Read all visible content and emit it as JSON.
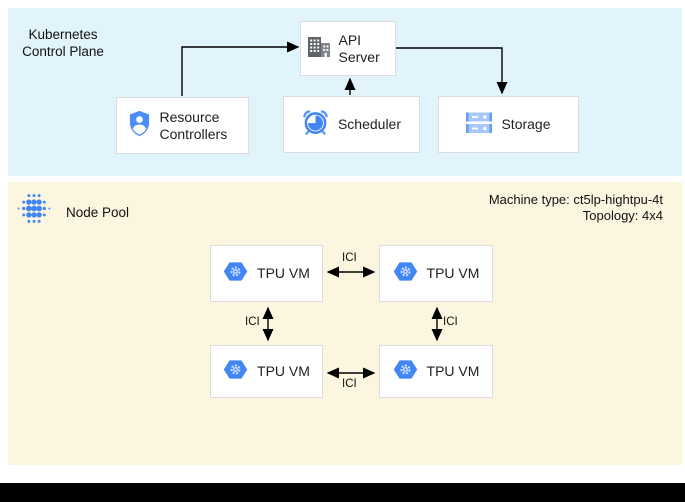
{
  "control_plane": {
    "label_line1": "Kubernetes",
    "label_line2": "Control Plane",
    "api_server": "API Server",
    "resource_controllers": "Resource Controllers",
    "scheduler": "Scheduler",
    "storage": "Storage"
  },
  "node_pool": {
    "label": "Node Pool",
    "machine_type": "Machine type: ct5lp-hightpu-4t",
    "topology": "Topology: 4x4",
    "vms": [
      "TPU VM",
      "TPU VM",
      "TPU VM",
      "TPU VM"
    ],
    "ici_labels": [
      "ICI",
      "ICI",
      "ICI",
      "ICI"
    ]
  },
  "icons": {
    "api_server": "building-icon",
    "resource_controllers": "shield-user-icon",
    "scheduler": "alarm-clock-icon",
    "storage": "server-stack-icon",
    "node_pool": "dot-cluster-icon",
    "tpu_vm": "hexagon-gear-icon"
  },
  "colors": {
    "control_plane_bg": "#E1F3FB",
    "node_pool_bg": "#FCF5E0",
    "box_border": "#DADCE0",
    "box_bg": "#FFFFFF",
    "icon_blue": "#4285F4",
    "icon_blue_mid": "#669DF6",
    "icon_blue_light": "#A8C7FA",
    "icon_gear_light": "#D2E3FC",
    "icon_gray_dark": "#5F6368",
    "icon_gray_mid": "#80868B",
    "arrow_black": "#000000",
    "bottom_bar": "#000000"
  }
}
